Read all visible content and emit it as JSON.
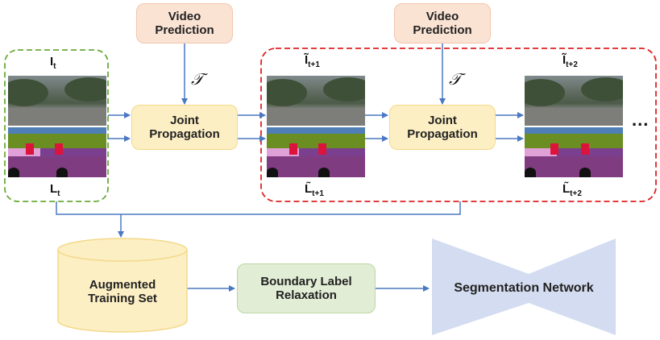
{
  "nodes": {
    "video_prediction_1": "Video Prediction",
    "video_prediction_2": "Video Prediction",
    "joint_propagation_1": "Joint Propagation",
    "joint_propagation_2": "Joint Propagation",
    "augmented_training_set": "Augmented Training Set",
    "boundary_label_relaxation": "Boundary Label Relaxation",
    "segmentation_network": "Segmentation Network"
  },
  "labels": {
    "I_t": {
      "base": "I",
      "sub": "t"
    },
    "L_t": {
      "base": "L",
      "sub": "t"
    },
    "I_t1": {
      "base": "Ĩ",
      "sub": "t+1"
    },
    "L_t1": {
      "base": "L̃",
      "sub": "t+1"
    },
    "I_t2": {
      "base": "Ĩ",
      "sub": "t+2"
    },
    "L_t2": {
      "base": "L̃",
      "sub": "t+2"
    },
    "transform_1": "𝒯",
    "transform_2": "𝒯",
    "ellipsis": "..."
  },
  "colors": {
    "arrow": "#4a78c2",
    "green_group": "#6aaa3a",
    "red_group": "#e02020",
    "network": "#d3dcf0"
  }
}
